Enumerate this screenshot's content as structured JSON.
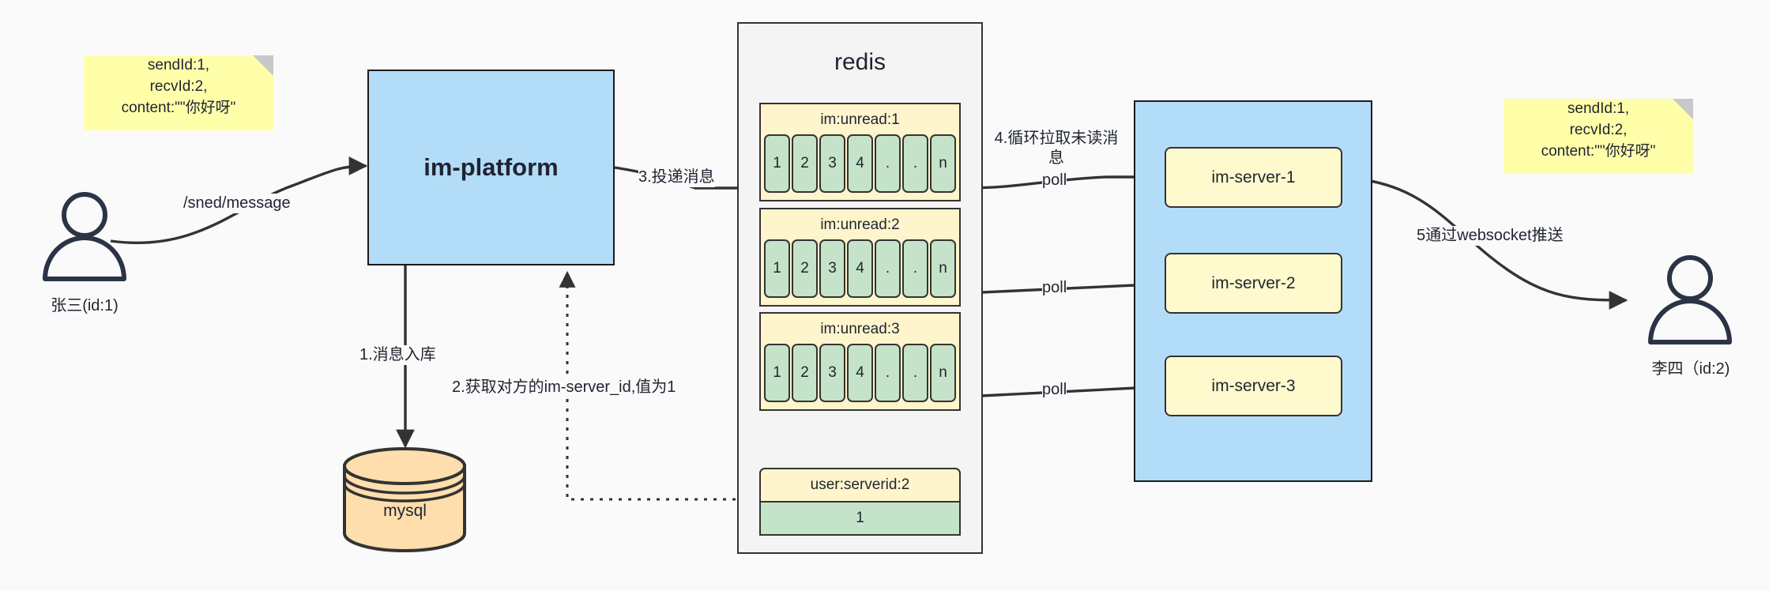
{
  "diagram": {
    "title": "IM message delivery architecture",
    "colors": {
      "sticky": "#ffffaa",
      "process_blue": "#b3dcf9",
      "list_header_yellow": "#fff5cc",
      "cell_green": "#c5e3c8",
      "server_yellow": "#fffacd",
      "mysql_orange": "#ffdead",
      "container_grey": "#f4f4f4",
      "stroke": "#333333",
      "background": "#fafafa"
    }
  },
  "notes": {
    "left": "sendId:1,\nrecvId:2,\ncontent:\"\"你好呀\"",
    "right": "sendId:1,\nrecvId:2,\ncontent:\"\"你好呀\""
  },
  "actors": {
    "sender": {
      "label": "张三(id:1)",
      "icon": "user-icon"
    },
    "receiver": {
      "label": "李四（id:2)",
      "icon": "user-icon"
    }
  },
  "nodes": {
    "platform": {
      "label": "im-platform"
    },
    "mysql": {
      "label": "mysql"
    },
    "redis": {
      "label": "redis"
    }
  },
  "redis": {
    "title": "redis",
    "lists": [
      {
        "key": "im:unread:1",
        "cells": [
          "1",
          "2",
          "3",
          "4",
          ".",
          ".",
          "n"
        ]
      },
      {
        "key": "im:unread:2",
        "cells": [
          "1",
          "2",
          "3",
          "4",
          ".",
          ".",
          "n"
        ]
      },
      {
        "key": "im:unread:3",
        "cells": [
          "1",
          "2",
          "3",
          "4",
          ".",
          ".",
          "n"
        ]
      }
    ],
    "kv": {
      "key": "user:serverid:2",
      "value": "1"
    }
  },
  "servers": {
    "items": [
      {
        "label": "im-server-1"
      },
      {
        "label": "im-server-2"
      },
      {
        "label": "im-server-3"
      }
    ]
  },
  "edges": {
    "send_message": "/sned/message",
    "step1": "1.消息入库",
    "step2": "2.获取对方的im-server_id,值为1",
    "step3": "3.投递消息",
    "step4": "4.循环拉取未读消息",
    "poll1": "poll",
    "poll2": "poll",
    "poll3": "poll",
    "step5": "5通过websocket推送"
  }
}
